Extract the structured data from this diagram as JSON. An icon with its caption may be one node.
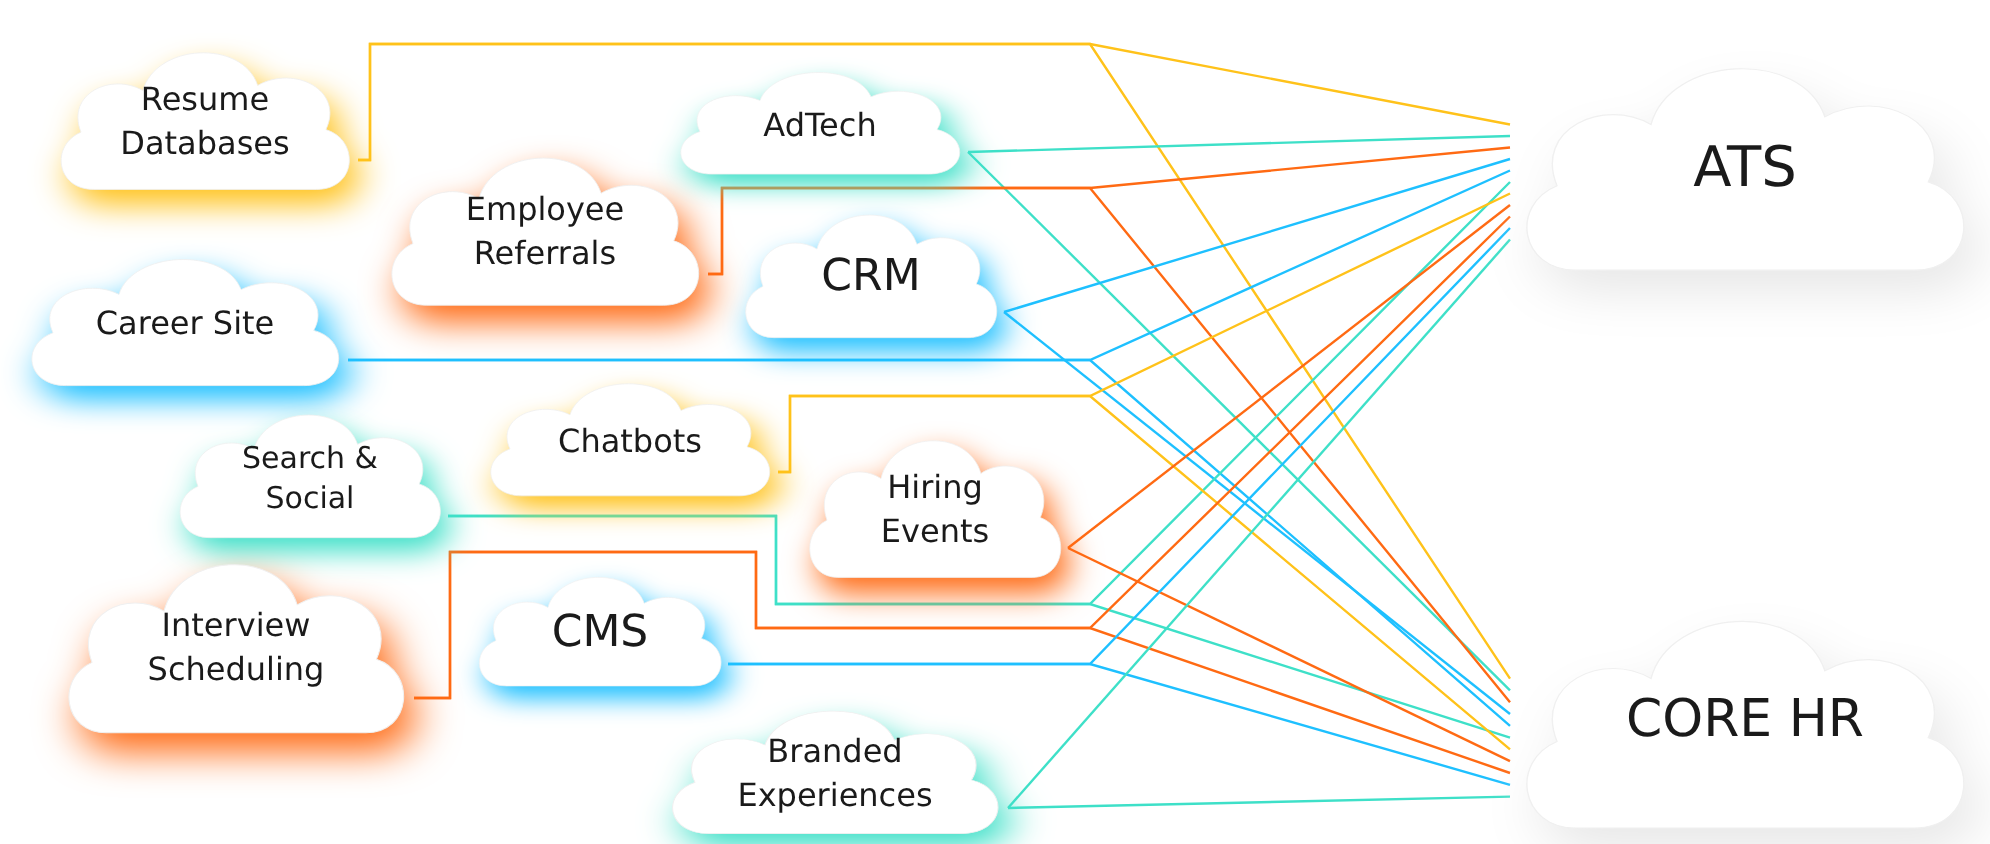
{
  "diagram": {
    "nodes": [
      {
        "text": [
          "Resume Databases"
        ]
      },
      {
        "text": [
          "AdTech"
        ]
      },
      {
        "text": [
          "Employee Referrals"
        ]
      },
      {
        "text": [
          "CRM"
        ]
      },
      {
        "text": [
          "Career Site"
        ]
      },
      {
        "text": [
          "Search & Social"
        ]
      },
      {
        "text": [
          "Chatbots"
        ]
      },
      {
        "text": [
          "Hiring Events"
        ]
      },
      {
        "text": [
          "Interview Scheduling"
        ]
      },
      {
        "text": [
          "CMS"
        ]
      },
      {
        "text": [
          "Branded Experiences"
        ]
      },
      {
        "text": [
          "ATS"
        ]
      },
      {
        "text": [
          "CORE HR"
        ]
      }
    ],
    "edges": [
      {
        "from": 0,
        "to": 11,
        "arrow": "none",
        "color": "#ffc21a"
      },
      {
        "from": 0,
        "to": 12,
        "arrow": "none",
        "color": "#ffc21a"
      },
      {
        "from": 1,
        "to": 11,
        "arrow": "none",
        "color": "#3ee0c8"
      },
      {
        "from": 1,
        "to": 12,
        "arrow": "none",
        "color": "#3ee0c8"
      },
      {
        "from": 2,
        "to": 11,
        "arrow": "none",
        "color": "#ff6a13"
      },
      {
        "from": 2,
        "to": 12,
        "arrow": "none",
        "color": "#ff6a13"
      },
      {
        "from": 3,
        "to": 11,
        "arrow": "none",
        "color": "#1ec0ff"
      },
      {
        "from": 3,
        "to": 12,
        "arrow": "none",
        "color": "#1ec0ff"
      },
      {
        "from": 4,
        "to": 11,
        "arrow": "none",
        "color": "#1ec0ff"
      },
      {
        "from": 4,
        "to": 12,
        "arrow": "none",
        "color": "#1ec0ff"
      },
      {
        "from": 5,
        "to": 11,
        "arrow": "none",
        "color": "#3ee0c8"
      },
      {
        "from": 5,
        "to": 12,
        "arrow": "none",
        "color": "#3ee0c8"
      },
      {
        "from": 6,
        "to": 11,
        "arrow": "none",
        "color": "#ffc21a"
      },
      {
        "from": 6,
        "to": 12,
        "arrow": "none",
        "color": "#ffc21a"
      },
      {
        "from": 7,
        "to": 11,
        "arrow": "none",
        "color": "#ff6a13"
      },
      {
        "from": 7,
        "to": 12,
        "arrow": "none",
        "color": "#ff6a13"
      },
      {
        "from": 8,
        "to": 11,
        "arrow": "none",
        "color": "#ff6a13"
      },
      {
        "from": 8,
        "to": 12,
        "arrow": "none",
        "color": "#ff6a13"
      },
      {
        "from": 9,
        "to": 11,
        "arrow": "none",
        "color": "#1ec0ff"
      },
      {
        "from": 9,
        "to": 12,
        "arrow": "none",
        "color": "#1ec0ff"
      },
      {
        "from": 10,
        "to": 11,
        "arrow": "none",
        "color": "#3ee0c8"
      },
      {
        "from": 10,
        "to": 12,
        "arrow": "none",
        "color": "#3ee0c8"
      }
    ]
  }
}
